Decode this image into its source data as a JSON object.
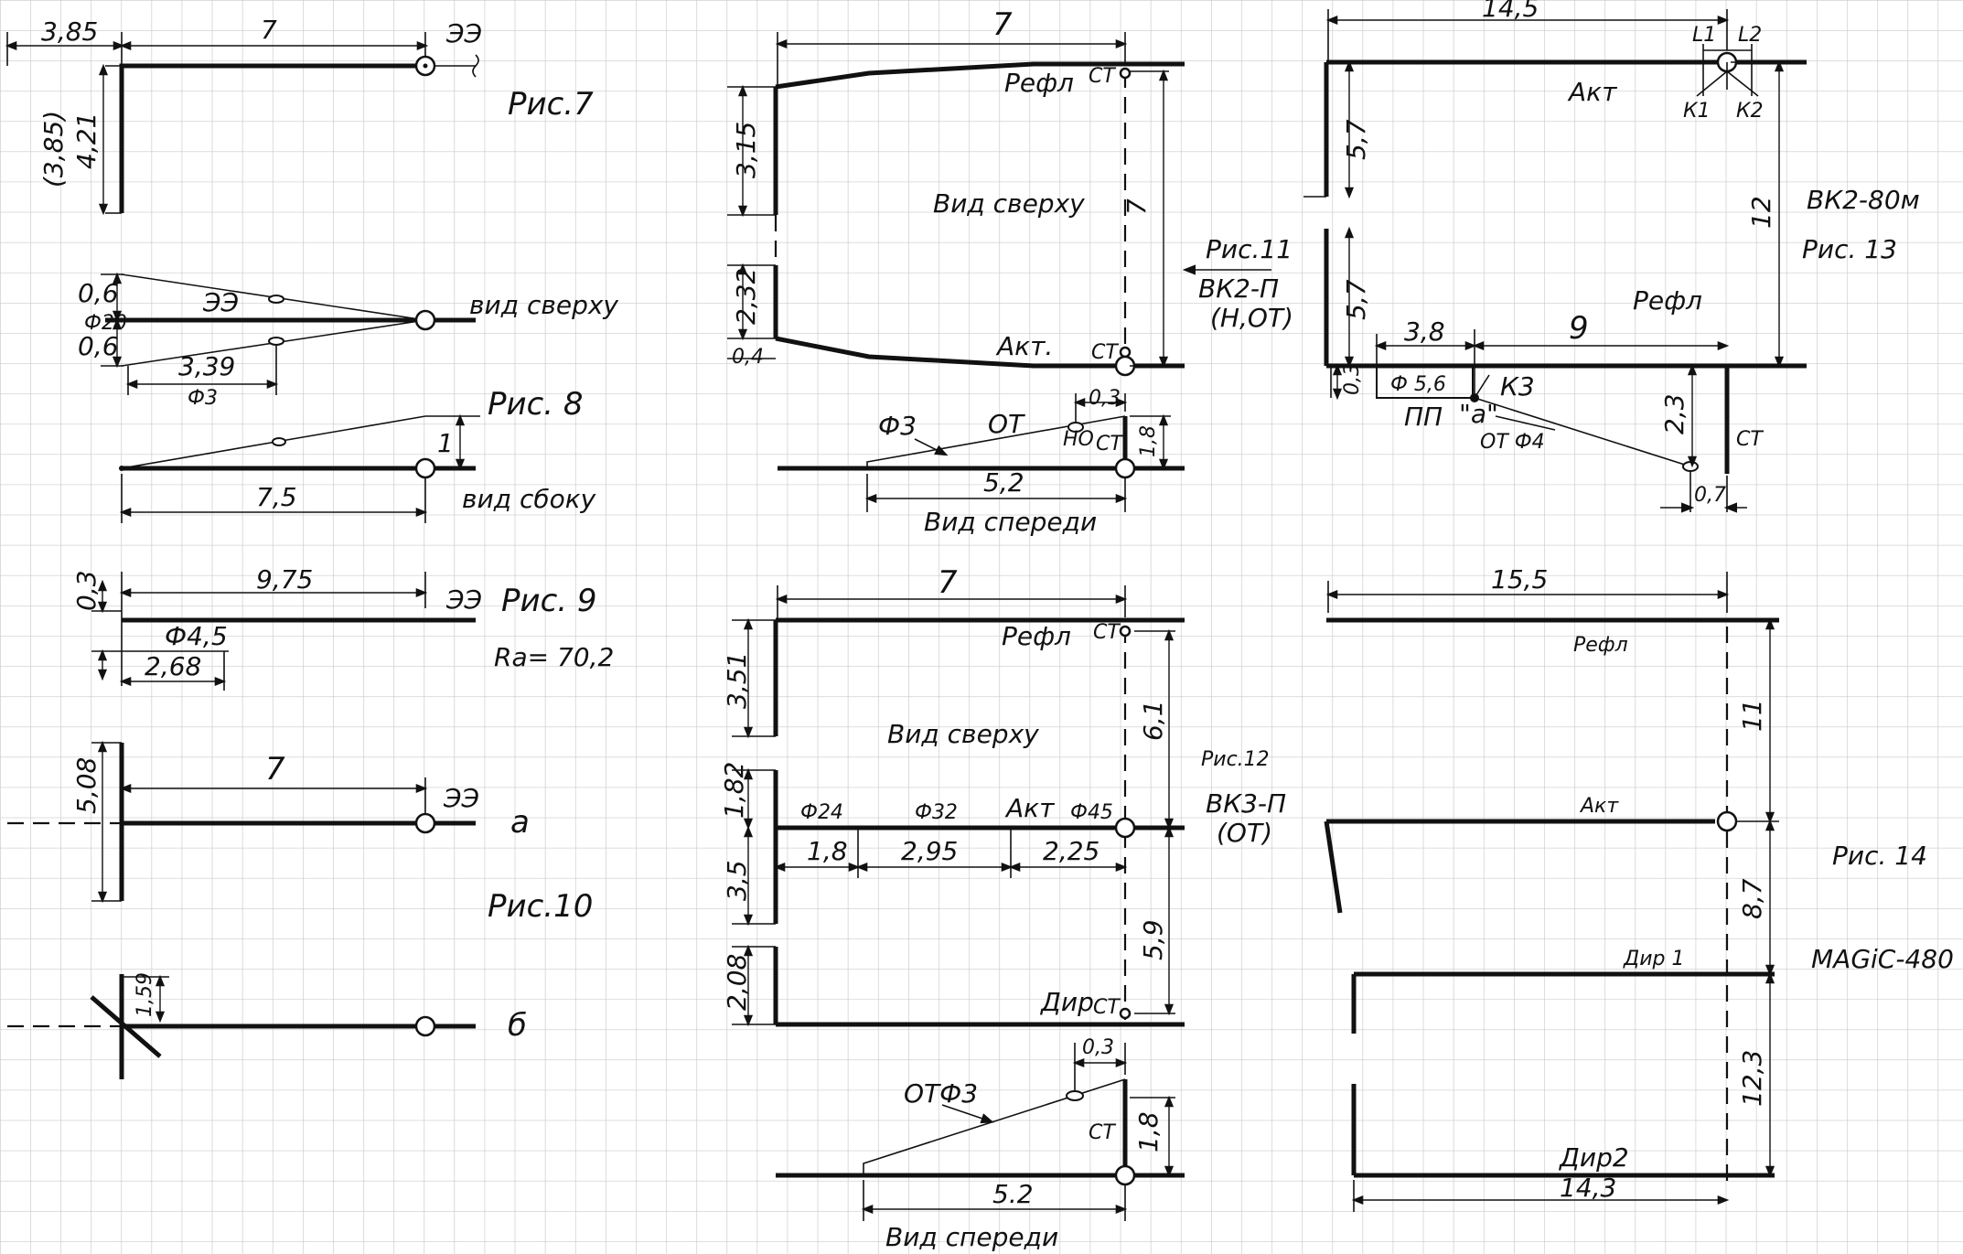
{
  "fig7": {
    "caption": "Рис.7",
    "dim_left": "3,85",
    "dim_top": "7",
    "dim_vertical_alt": "(3,85)",
    "dim_vertical": "4,21",
    "element": "ЭЭ"
  },
  "fig8": {
    "caption": "Рис. 8",
    "view_top": "вид сверху",
    "view_side": "вид сбоку",
    "dim_upper": "0,6",
    "dim_center": "Ф20",
    "dim_lower": "0,6",
    "element": "ЭЭ",
    "dim_339": "3,39",
    "dia": "Ф3",
    "dim_side_height": "1",
    "dim_side_length": "7,5"
  },
  "fig9": {
    "caption": "Рис. 9",
    "dim_03": "0,3",
    "dim_length": "9,75",
    "element": "ЭЭ",
    "dia": "Ф4,5",
    "dim_268": "2,68",
    "ra": "Ra= 70,2"
  },
  "fig10": {
    "caption": "Рис.10",
    "dim_508": "5,08",
    "dim_length": "7",
    "element": "ЭЭ",
    "label_a": "а",
    "dim_159": "1,59",
    "label_b": "б"
  },
  "fig11": {
    "caption": "Рис.11",
    "model": "ВК2-П",
    "polarization": "(Н,ОТ)",
    "dim_length": "7",
    "refl": "Рефл",
    "st_top": "СТ",
    "dim_315": "3,15",
    "view_top": "Вид сверху",
    "dim_7v": "7",
    "dim_232": "2,32",
    "dim_04": "0,4",
    "act": "Акт.",
    "st_bottom": "СТ",
    "dia": "Ф3",
    "ot": "ОТ",
    "dim_03": "0,3",
    "no": "НО",
    "st_front": "СТ",
    "dim_18": "1,8",
    "dim_52": "5,2",
    "view_front": "Вид спереди"
  },
  "fig12": {
    "caption": "Рис.12",
    "model": "ВК3-П",
    "polarization": "(ОТ)",
    "dim_length": "7",
    "refl": "Рефл",
    "st_top": "СТ",
    "dim_351": "3,51",
    "view_top": "Вид сверху",
    "dim_61": "6,1",
    "dim_182": "1,82",
    "dia_24": "Ф24",
    "dia_32": "Ф32",
    "act": "Акт",
    "dia_45": "Ф45",
    "dim_18a": "1,8",
    "dim_295": "2,95",
    "dim_225": "2,25",
    "dim_35": "3,5",
    "dim_59": "5,9",
    "dim_208": "2,08",
    "dir": "Дир",
    "st_bottom": "СТ",
    "dim_03": "0,3",
    "ot_dia": "ОТФ3",
    "st_front": "СТ",
    "dim_18": "1,8",
    "dim_52": "5.2",
    "view_front": "Вид спереди"
  },
  "fig13": {
    "caption": "Рис. 13",
    "model": "ВК2-80м",
    "dim_length": "14,5",
    "l1": "L1",
    "l2": "L2",
    "act": "Акт",
    "k1": "К1",
    "k2": "К2",
    "dim_57a": "5,7",
    "dim_12": "12",
    "dim_57b": "5,7",
    "refl": "Рефл",
    "dim_38": "3,8",
    "dim_9": "9",
    "dim_03": "0,3",
    "dia_56": "Ф 5,6",
    "k3": "К3",
    "pp": "ПП",
    "point_a": "\"а\"",
    "ot_dia": "ОТ Ф4",
    "dim_23": "2,3",
    "st": "СТ",
    "dim_07": "0,7"
  },
  "fig14": {
    "caption": "Рис. 14",
    "model": "MAGiC-480",
    "dim_length": "15,5",
    "refl": "Рефл",
    "dim_11": "11",
    "act": "Акт",
    "dim_87": "8,7",
    "dir1": "Дир 1",
    "dim_123": "12,3",
    "dir2": "Дир2",
    "dim_143": "14,3"
  }
}
